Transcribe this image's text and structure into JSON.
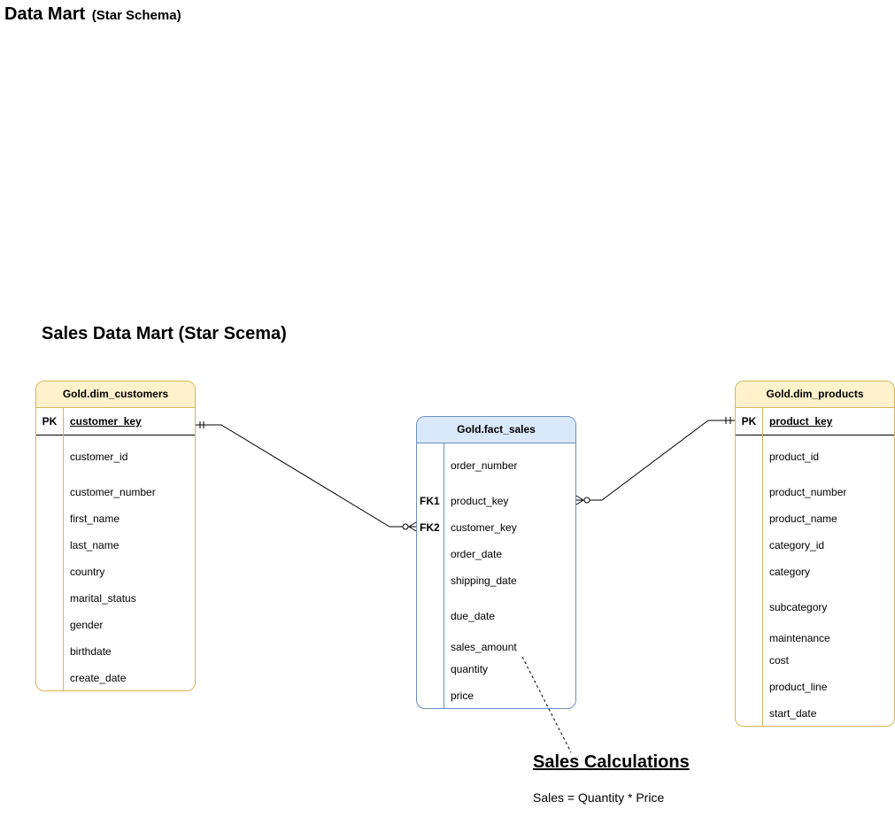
{
  "page_title": "Data Mart",
  "page_subtitle": "(Star Schema)",
  "section_title": "Sales Data Mart (Star Scema)",
  "customers": {
    "name": "Gold.dim_customers",
    "pk_label": "PK",
    "pk_field": "customer_key",
    "fields": [
      "customer_id",
      "customer_number",
      "first_name",
      "last_name",
      "country",
      "marital_status",
      "gender",
      "birthdate",
      "create_date"
    ]
  },
  "products": {
    "name": "Gold.dim_products",
    "pk_label": "PK",
    "pk_field": "product_key",
    "fields": [
      "product_id",
      "product_number",
      "product_name",
      "category_id",
      "category",
      "subcategory",
      "maintenance",
      "cost",
      "product_line",
      "start_date"
    ]
  },
  "fact": {
    "name": "Gold.fact_sales",
    "fk1_label": "FK1",
    "fk2_label": "FK2",
    "fields": [
      "order_number",
      "product_key",
      "customer_key",
      "order_date",
      "shipping_date",
      "due_date",
      "sales_amount",
      "quantity",
      "price"
    ]
  },
  "calc": {
    "title": "Sales Calculations",
    "formula": "Sales = Quantity * Price"
  }
}
